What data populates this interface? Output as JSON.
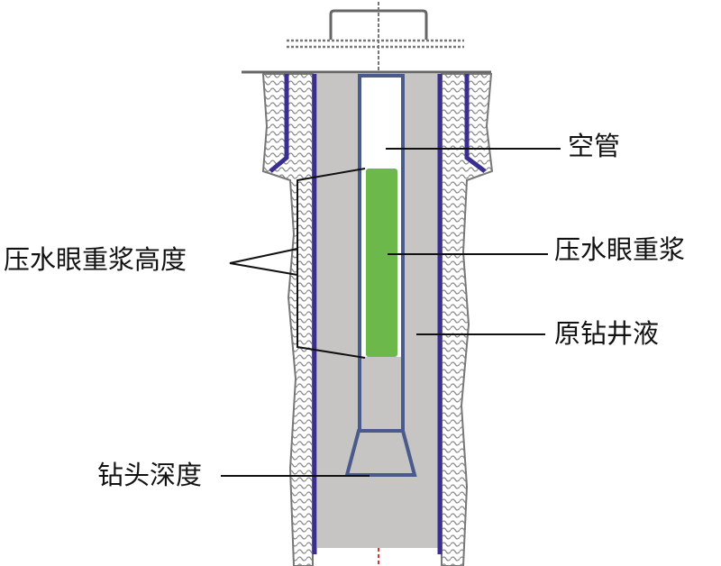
{
  "labels": {
    "empty_pipe": "空管",
    "heavy_mud": "压水眼重浆",
    "original_fluid": "原钻井液",
    "heavy_mud_height": "压水眼重浆高度",
    "bit_depth": "钻头深度"
  },
  "colors": {
    "casing": "#3a2f8f",
    "annulus": "#c7c4c4",
    "heavy_mud": "#6db84a",
    "pipe": "#4a5a8a"
  }
}
